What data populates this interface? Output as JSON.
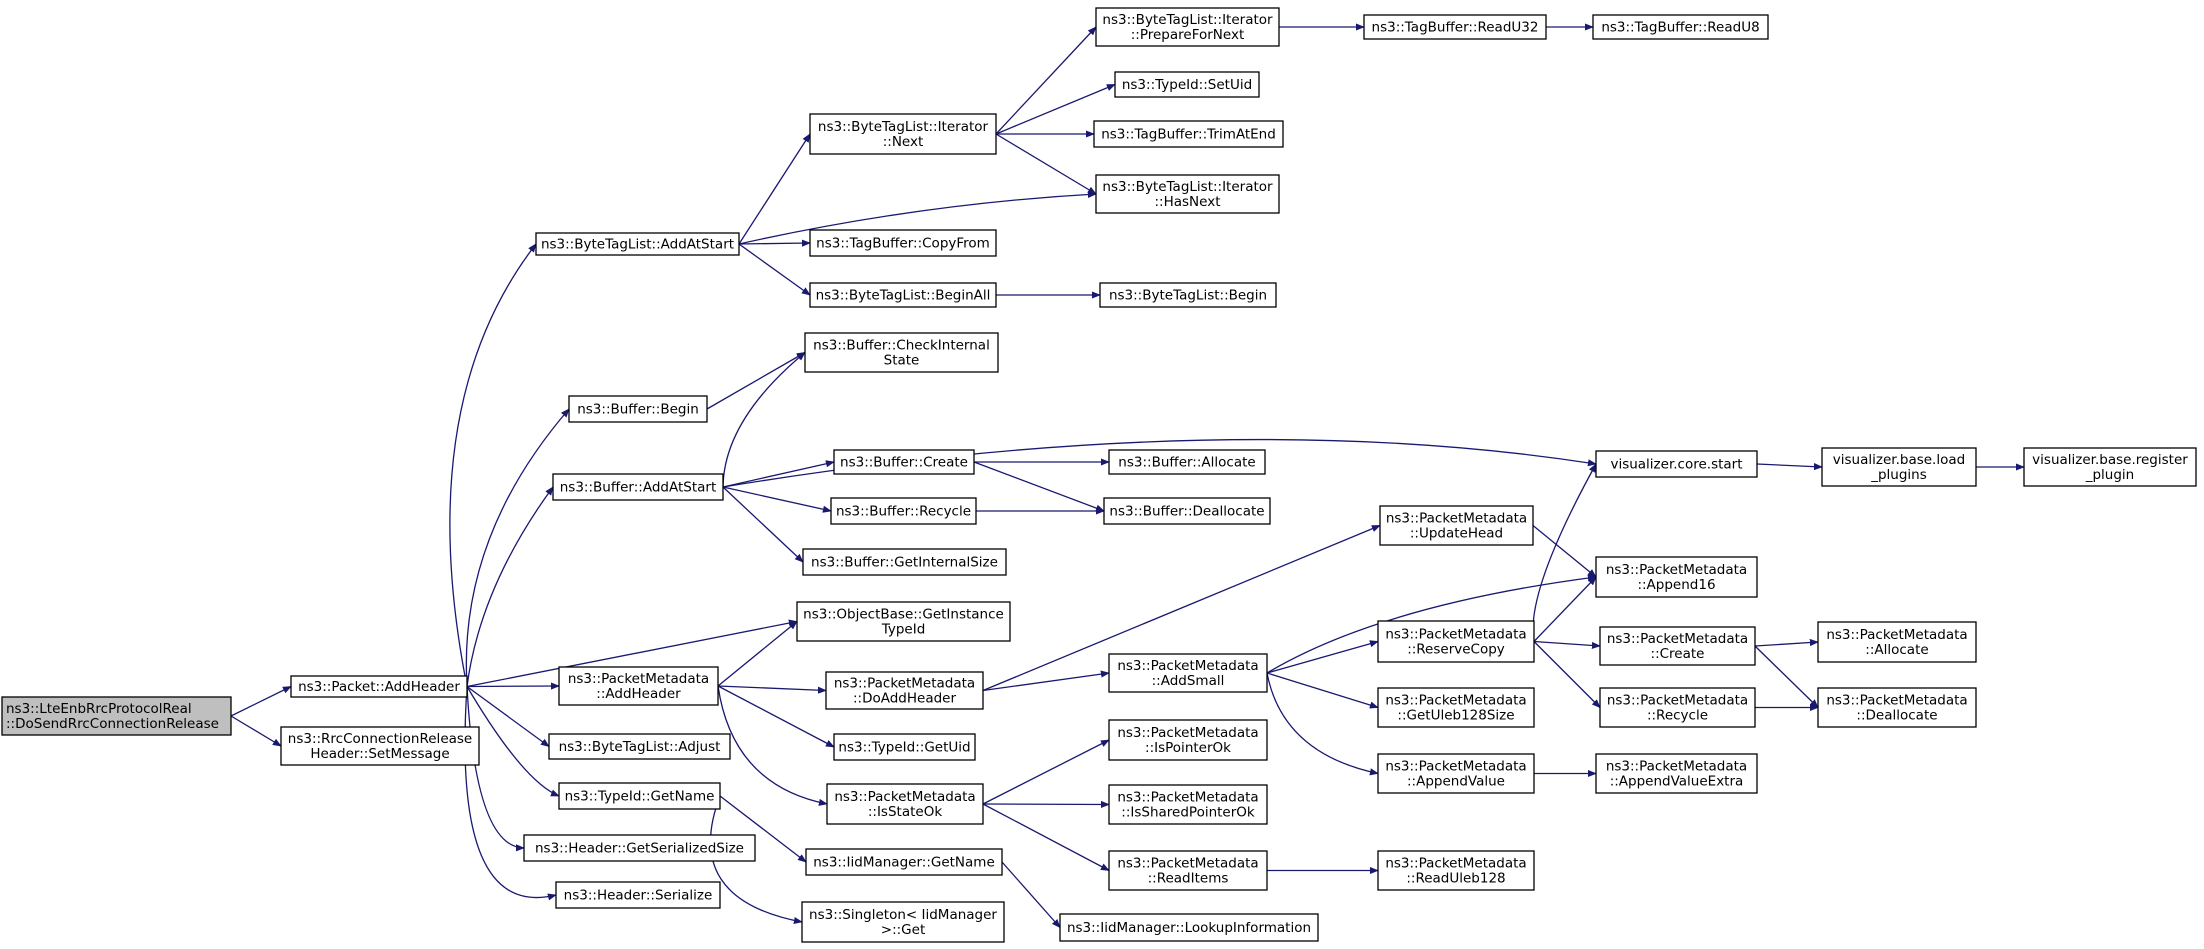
{
  "diagram": {
    "type": "call-graph",
    "edge_color": "#191970",
    "root_fill": "#bfbfbf",
    "nodes": [
      {
        "id": "root",
        "lines": [
          "ns3::LteEnbRrcProtocolReal",
          "::DoSendRrcConnectionRelease"
        ],
        "root": true
      },
      {
        "id": "addheader",
        "lines": [
          "ns3::Packet::AddHeader"
        ]
      },
      {
        "id": "setmessage",
        "lines": [
          "ns3::RrcConnectionRelease",
          "Header::SetMessage"
        ]
      },
      {
        "id": "btl_addatstart",
        "lines": [
          "ns3::ByteTagList::AddAtStart"
        ]
      },
      {
        "id": "buf_begin",
        "lines": [
          "ns3::Buffer::Begin"
        ]
      },
      {
        "id": "buf_addatstart",
        "lines": [
          "ns3::Buffer::AddAtStart"
        ]
      },
      {
        "id": "pm_addheader",
        "lines": [
          "ns3::PacketMetadata",
          "::AddHeader"
        ]
      },
      {
        "id": "btl_adjust",
        "lines": [
          "ns3::ByteTagList::Adjust"
        ]
      },
      {
        "id": "typeid_getname",
        "lines": [
          "ns3::TypeId::GetName"
        ]
      },
      {
        "id": "hdr_getsersize",
        "lines": [
          "ns3::Header::GetSerializedSize"
        ]
      },
      {
        "id": "hdr_serialize",
        "lines": [
          "ns3::Header::Serialize"
        ]
      },
      {
        "id": "it_next",
        "lines": [
          "ns3::ByteTagList::Iterator",
          "::Next"
        ]
      },
      {
        "id": "tb_copyfrom",
        "lines": [
          "ns3::TagBuffer::CopyFrom"
        ]
      },
      {
        "id": "btl_beginall",
        "lines": [
          "ns3::ByteTagList::BeginAll"
        ]
      },
      {
        "id": "buf_checkinternal",
        "lines": [
          "ns3::Buffer::CheckInternal",
          "State"
        ]
      },
      {
        "id": "buf_create",
        "lines": [
          "ns3::Buffer::Create"
        ]
      },
      {
        "id": "buf_recycle",
        "lines": [
          "ns3::Buffer::Recycle"
        ]
      },
      {
        "id": "buf_getinternalsize",
        "lines": [
          "ns3::Buffer::GetInternalSize"
        ]
      },
      {
        "id": "ob_getinstancetypeid",
        "lines": [
          "ns3::ObjectBase::GetInstance",
          "TypeId"
        ]
      },
      {
        "id": "pm_doaddheader",
        "lines": [
          "ns3::PacketMetadata",
          "::DoAddHeader"
        ]
      },
      {
        "id": "typeid_getuid",
        "lines": [
          "ns3::TypeId::GetUid"
        ]
      },
      {
        "id": "pm_isstateok",
        "lines": [
          "ns3::PacketMetadata",
          "::IsStateOk"
        ]
      },
      {
        "id": "iid_getname",
        "lines": [
          "ns3::IidManager::GetName"
        ]
      },
      {
        "id": "singleton_get",
        "lines": [
          "ns3::Singleton< IidManager",
          ">::Get"
        ]
      },
      {
        "id": "it_preparefornext",
        "lines": [
          "ns3::ByteTagList::Iterator",
          "::PrepareForNext"
        ]
      },
      {
        "id": "typeid_setuid",
        "lines": [
          "ns3::TypeId::SetUid"
        ]
      },
      {
        "id": "tb_trimatend",
        "lines": [
          "ns3::TagBuffer::TrimAtEnd"
        ]
      },
      {
        "id": "it_hasnext",
        "lines": [
          "ns3::ByteTagList::Iterator",
          "::HasNext"
        ]
      },
      {
        "id": "btl_begin",
        "lines": [
          "ns3::ByteTagList::Begin"
        ]
      },
      {
        "id": "buf_allocate",
        "lines": [
          "ns3::Buffer::Allocate"
        ]
      },
      {
        "id": "buf_deallocate",
        "lines": [
          "ns3::Buffer::Deallocate"
        ]
      },
      {
        "id": "pm_addsmall",
        "lines": [
          "ns3::PacketMetadata",
          "::AddSmall"
        ]
      },
      {
        "id": "pm_ispointerok",
        "lines": [
          "ns3::PacketMetadata",
          "::IsPointerOk"
        ]
      },
      {
        "id": "pm_issharedpointerok",
        "lines": [
          "ns3::PacketMetadata",
          "::IsSharedPointerOk"
        ]
      },
      {
        "id": "pm_readitems",
        "lines": [
          "ns3::PacketMetadata",
          "::ReadItems"
        ]
      },
      {
        "id": "iid_lookupinfo",
        "lines": [
          "ns3::IidManager::LookupInformation"
        ]
      },
      {
        "id": "tb_readu32",
        "lines": [
          "ns3::TagBuffer::ReadU32"
        ]
      },
      {
        "id": "pm_updatehead",
        "lines": [
          "ns3::PacketMetadata",
          "::UpdateHead"
        ]
      },
      {
        "id": "pm_reservecopy",
        "lines": [
          "ns3::PacketMetadata",
          "::ReserveCopy"
        ]
      },
      {
        "id": "pm_getuleb128size",
        "lines": [
          "ns3::PacketMetadata",
          "::GetUleb128Size"
        ]
      },
      {
        "id": "pm_appendvalue",
        "lines": [
          "ns3::PacketMetadata",
          "::AppendValue"
        ]
      },
      {
        "id": "pm_readuleb128",
        "lines": [
          "ns3::PacketMetadata",
          "::ReadUleb128"
        ]
      },
      {
        "id": "tb_readu8",
        "lines": [
          "ns3::TagBuffer::ReadU8"
        ]
      },
      {
        "id": "vis_core_start",
        "lines": [
          "visualizer.core.start"
        ]
      },
      {
        "id": "pm_append16",
        "lines": [
          "ns3::PacketMetadata",
          "::Append16"
        ]
      },
      {
        "id": "pm_create",
        "lines": [
          "ns3::PacketMetadata",
          "::Create"
        ]
      },
      {
        "id": "pm_recycle",
        "lines": [
          "ns3::PacketMetadata",
          "::Recycle"
        ]
      },
      {
        "id": "pm_appendvalueextra",
        "lines": [
          "ns3::PacketMetadata",
          "::AppendValueExtra"
        ]
      },
      {
        "id": "vis_load_plugins",
        "lines": [
          "visualizer.base.load",
          "_plugins"
        ]
      },
      {
        "id": "pm_allocate",
        "lines": [
          "ns3::PacketMetadata",
          "::Allocate"
        ]
      },
      {
        "id": "pm_deallocate",
        "lines": [
          "ns3::PacketMetadata",
          "::Deallocate"
        ]
      },
      {
        "id": "vis_register_plugin",
        "lines": [
          "visualizer.base.register",
          "_plugin"
        ]
      }
    ],
    "edges": [
      [
        "root",
        "addheader"
      ],
      [
        "root",
        "setmessage"
      ],
      [
        "addheader",
        "btl_addatstart"
      ],
      [
        "addheader",
        "buf_begin"
      ],
      [
        "addheader",
        "buf_addatstart"
      ],
      [
        "addheader",
        "ob_getinstancetypeid"
      ],
      [
        "addheader",
        "pm_addheader"
      ],
      [
        "addheader",
        "btl_adjust"
      ],
      [
        "addheader",
        "typeid_getname"
      ],
      [
        "addheader",
        "hdr_getsersize"
      ],
      [
        "addheader",
        "hdr_serialize"
      ],
      [
        "btl_addatstart",
        "it_next"
      ],
      [
        "btl_addatstart",
        "it_hasnext"
      ],
      [
        "btl_addatstart",
        "tb_copyfrom"
      ],
      [
        "btl_addatstart",
        "btl_beginall"
      ],
      [
        "it_next",
        "it_preparefornext"
      ],
      [
        "it_next",
        "typeid_setuid"
      ],
      [
        "it_next",
        "tb_trimatend"
      ],
      [
        "it_next",
        "it_hasnext"
      ],
      [
        "it_preparefornext",
        "tb_readu32"
      ],
      [
        "tb_readu32",
        "tb_readu8"
      ],
      [
        "btl_beginall",
        "btl_begin"
      ],
      [
        "buf_begin",
        "buf_checkinternal"
      ],
      [
        "buf_addatstart",
        "buf_checkinternal"
      ],
      [
        "buf_addatstart",
        "vis_core_start"
      ],
      [
        "buf_addatstart",
        "buf_create"
      ],
      [
        "buf_addatstart",
        "buf_recycle"
      ],
      [
        "buf_addatstart",
        "buf_getinternalsize"
      ],
      [
        "buf_create",
        "buf_allocate"
      ],
      [
        "buf_create",
        "buf_deallocate"
      ],
      [
        "buf_recycle",
        "buf_deallocate"
      ],
      [
        "vis_core_start",
        "vis_load_plugins"
      ],
      [
        "vis_load_plugins",
        "vis_register_plugin"
      ],
      [
        "pm_addheader",
        "ob_getinstancetypeid"
      ],
      [
        "pm_addheader",
        "pm_doaddheader"
      ],
      [
        "pm_addheader",
        "typeid_getuid"
      ],
      [
        "pm_addheader",
        "pm_isstateok"
      ],
      [
        "pm_doaddheader",
        "pm_updatehead"
      ],
      [
        "pm_doaddheader",
        "pm_addsmall"
      ],
      [
        "pm_updatehead",
        "pm_append16"
      ],
      [
        "pm_addsmall",
        "pm_append16"
      ],
      [
        "pm_addsmall",
        "pm_reservecopy"
      ],
      [
        "pm_addsmall",
        "pm_getuleb128size"
      ],
      [
        "pm_addsmall",
        "pm_appendvalue"
      ],
      [
        "pm_reservecopy",
        "vis_core_start"
      ],
      [
        "pm_reservecopy",
        "pm_append16"
      ],
      [
        "pm_reservecopy",
        "pm_create"
      ],
      [
        "pm_reservecopy",
        "pm_recycle"
      ],
      [
        "pm_create",
        "pm_allocate"
      ],
      [
        "pm_create",
        "pm_deallocate"
      ],
      [
        "pm_recycle",
        "pm_deallocate"
      ],
      [
        "pm_appendvalue",
        "pm_appendvalueextra"
      ],
      [
        "pm_isstateok",
        "pm_ispointerok"
      ],
      [
        "pm_isstateok",
        "pm_issharedpointerok"
      ],
      [
        "pm_isstateok",
        "pm_readitems"
      ],
      [
        "pm_readitems",
        "pm_readuleb128"
      ],
      [
        "typeid_getname",
        "iid_getname"
      ],
      [
        "typeid_getname",
        "singleton_get"
      ],
      [
        "iid_getname",
        "iid_lookupinfo"
      ]
    ]
  }
}
